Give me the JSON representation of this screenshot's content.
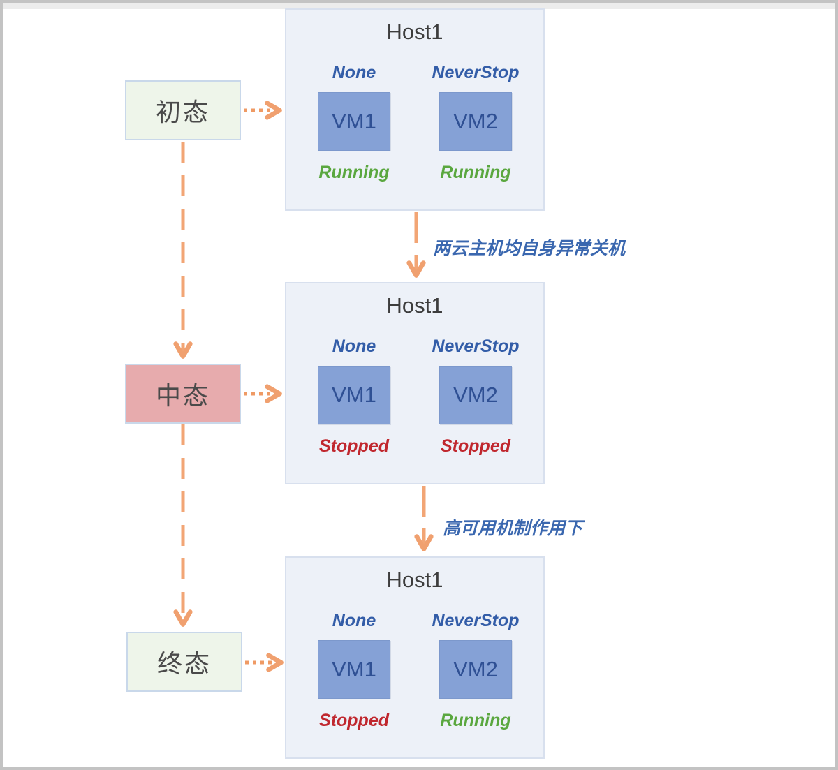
{
  "states": [
    {
      "id": "initial",
      "label": "初态"
    },
    {
      "id": "middle",
      "label": "中态"
    },
    {
      "id": "final",
      "label": "终态"
    }
  ],
  "hosts": [
    {
      "title": "Host1",
      "vms": [
        {
          "policy": "None",
          "name": "VM1",
          "status": "Running"
        },
        {
          "policy": "NeverStop",
          "name": "VM2",
          "status": "Running"
        }
      ]
    },
    {
      "title": "Host1",
      "vms": [
        {
          "policy": "None",
          "name": "VM1",
          "status": "Stopped"
        },
        {
          "policy": "NeverStop",
          "name": "VM2",
          "status": "Stopped"
        }
      ]
    },
    {
      "title": "Host1",
      "vms": [
        {
          "policy": "None",
          "name": "VM1",
          "status": "Stopped"
        },
        {
          "policy": "NeverStop",
          "name": "VM2",
          "status": "Running"
        }
      ]
    }
  ],
  "transitions": [
    {
      "label": "两云主机均自身异常关机"
    },
    {
      "label": "高可用机制作用下"
    }
  ],
  "colors": {
    "arrow_orange": "#f0a06f",
    "running_green": "#5aa73f",
    "stopped_red": "#c0272e",
    "policy_blue": "#335da8",
    "transition_text_blue": "#3a67af",
    "vm_fill": "#85a1d6",
    "vm_text": "#2f5094",
    "host_bg": "#edf1f8",
    "host_border": "#d8e0ee",
    "state_green_bg": "#eef5ea",
    "state_pink_bg": "#e7abad",
    "state_border": "#c9d8ea",
    "frame_gray": "#c3c3c3"
  }
}
